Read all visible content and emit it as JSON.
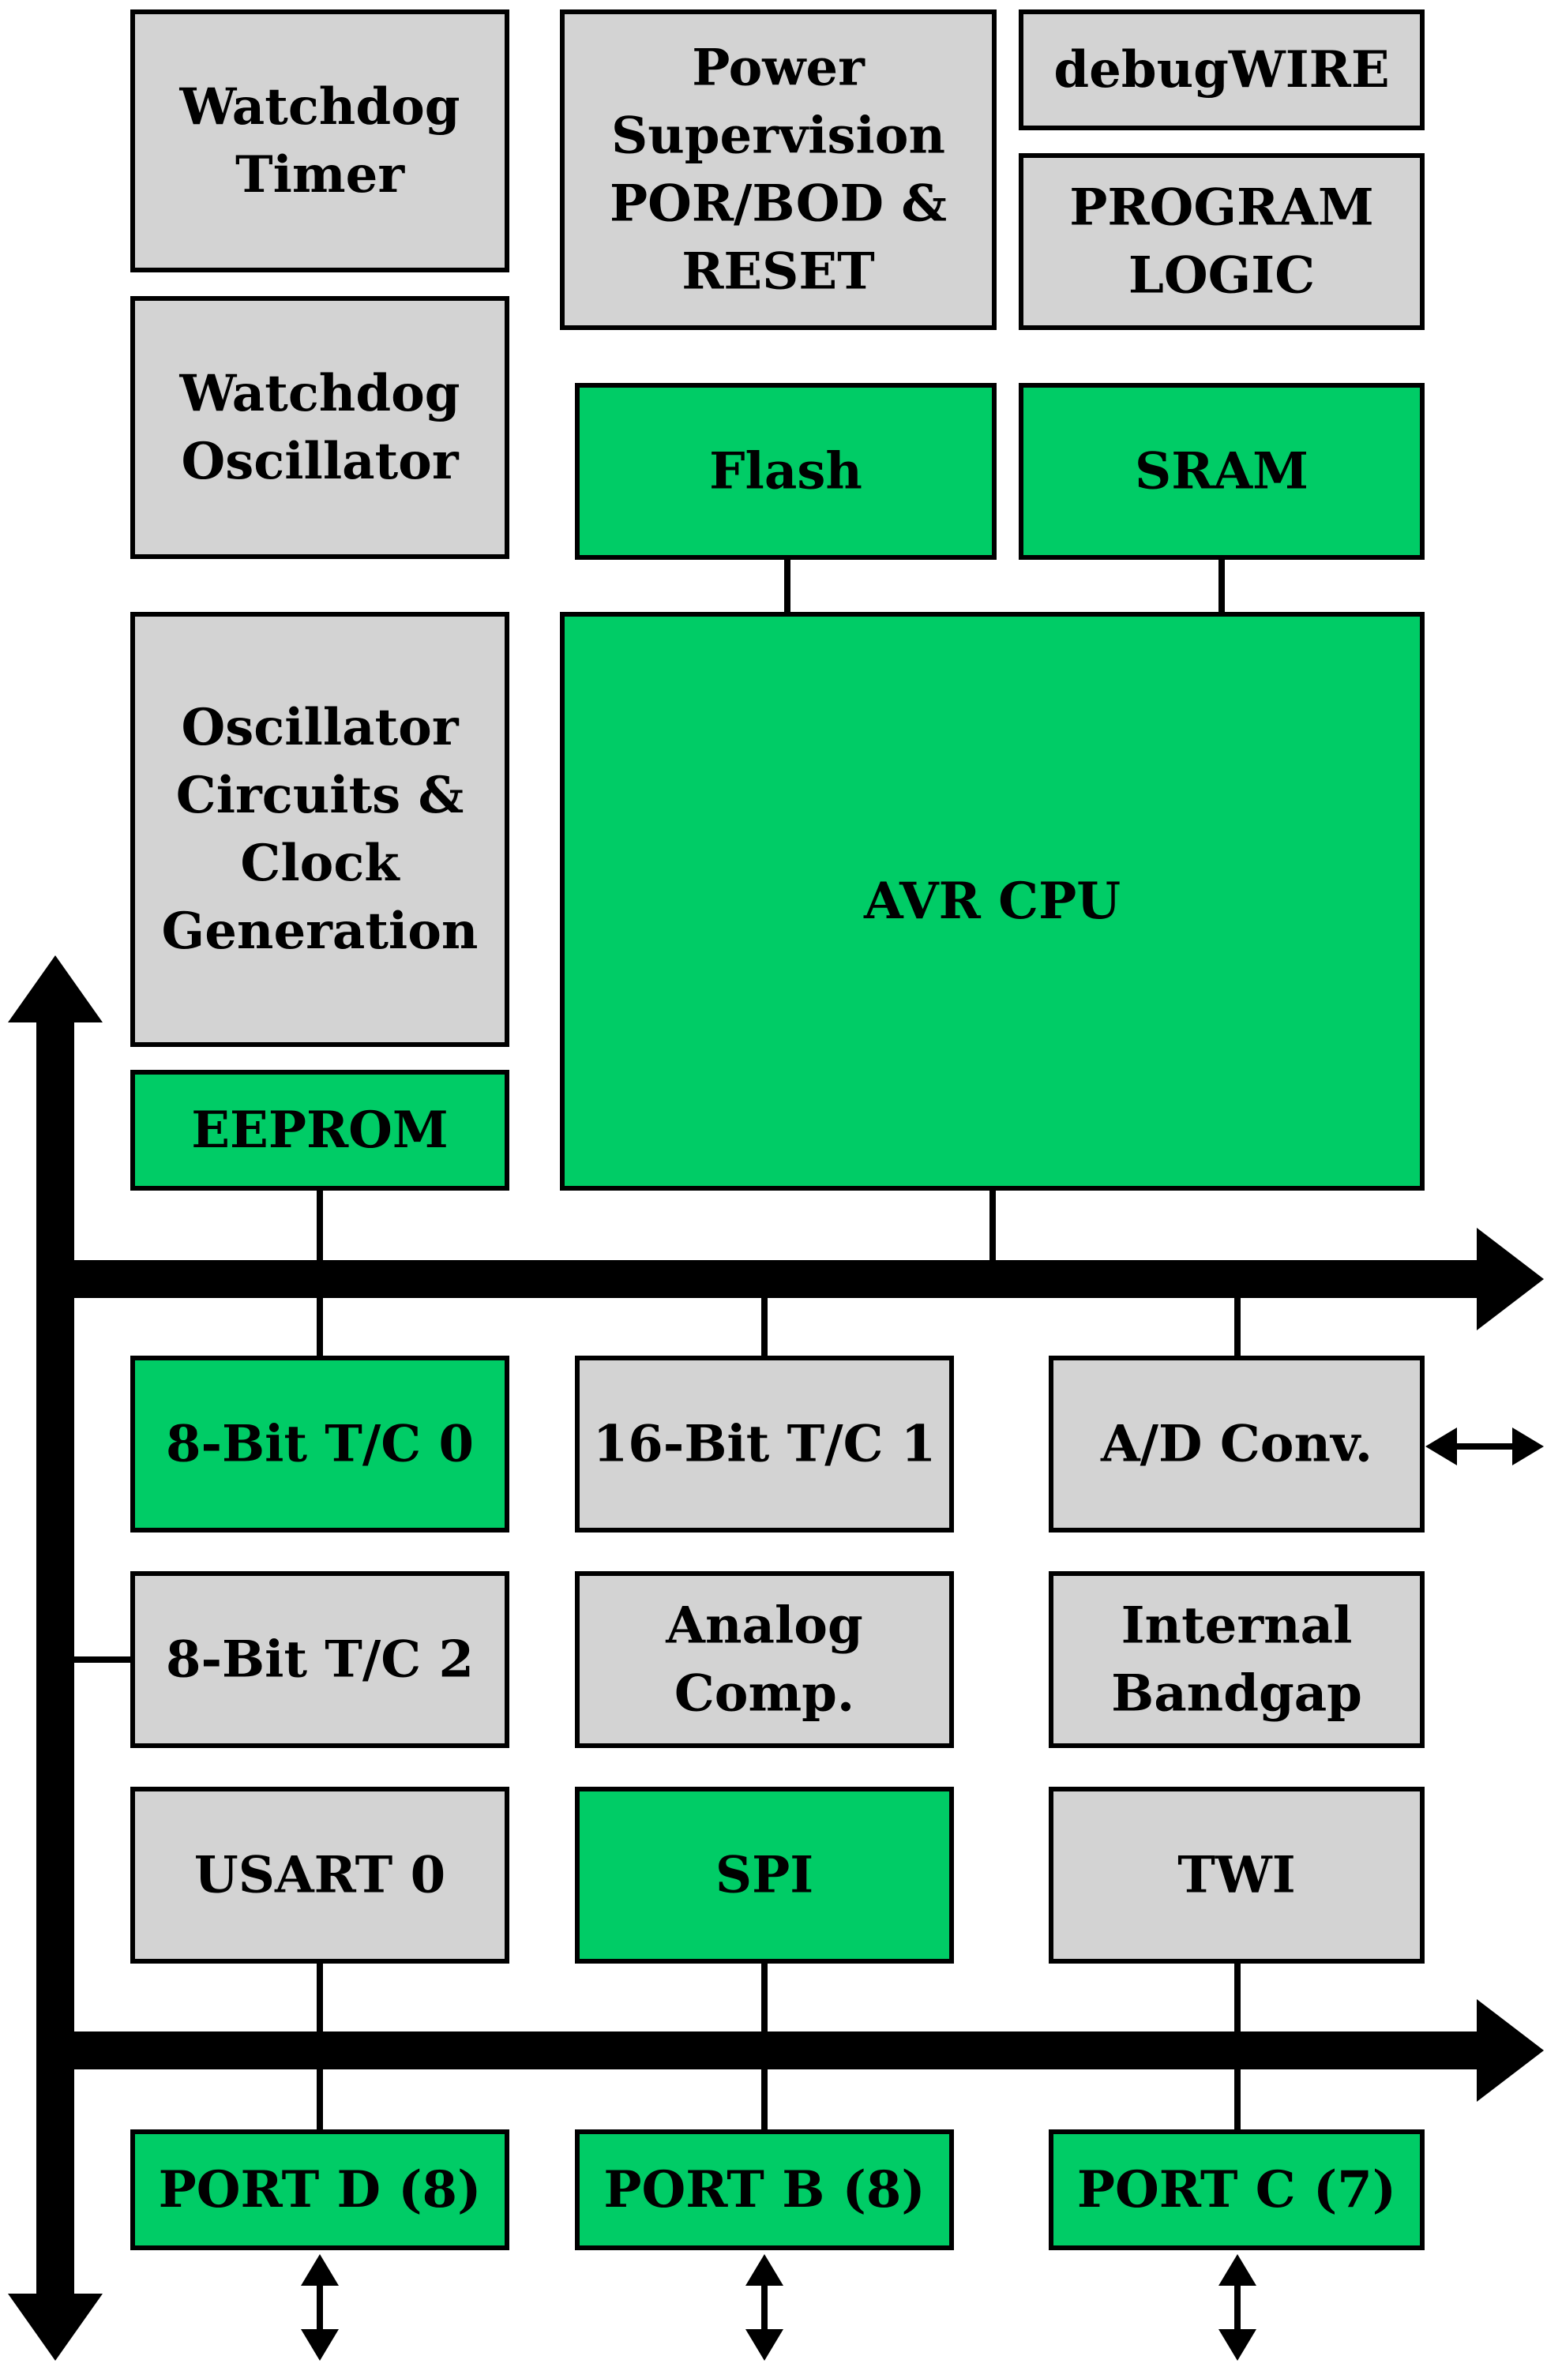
{
  "colors": {
    "gray_fill": "#d3d3d3",
    "green_fill": "#00cc66",
    "line": "#000000"
  },
  "blocks": {
    "watchdog_timer": {
      "lines": [
        "Watchdog",
        "Timer"
      ],
      "fill": "gray"
    },
    "watchdog_oscillator": {
      "lines": [
        "Watchdog",
        "Oscillator"
      ],
      "fill": "gray"
    },
    "oscillator_circuits": {
      "lines": [
        "Oscillator",
        "Circuits &",
        "Clock",
        "Generation"
      ],
      "fill": "gray"
    },
    "eeprom": {
      "lines": [
        "EEPROM"
      ],
      "fill": "green"
    },
    "power_supervision": {
      "lines": [
        "Power",
        "Supervision",
        "POR/BOD &",
        "RESET"
      ],
      "fill": "gray"
    },
    "debugwire": {
      "lines": [
        "debugWIRE"
      ],
      "fill": "gray"
    },
    "program_logic": {
      "lines": [
        "PROGRAM",
        "LOGIC"
      ],
      "fill": "gray"
    },
    "flash": {
      "lines": [
        "Flash"
      ],
      "fill": "green"
    },
    "sram": {
      "lines": [
        "SRAM"
      ],
      "fill": "green"
    },
    "avr_cpu": {
      "lines": [
        "AVR CPU"
      ],
      "fill": "green"
    },
    "tc0": {
      "lines": [
        "8-Bit T/C 0"
      ],
      "fill": "green"
    },
    "tc1": {
      "lines": [
        "16-Bit T/C 1"
      ],
      "fill": "gray"
    },
    "adc": {
      "lines": [
        "A/D Conv."
      ],
      "fill": "gray"
    },
    "tc2": {
      "lines": [
        "8-Bit T/C 2"
      ],
      "fill": "gray"
    },
    "analog_comp": {
      "lines": [
        "Analog",
        "Comp."
      ],
      "fill": "gray"
    },
    "bandgap": {
      "lines": [
        "Internal",
        "Bandgap"
      ],
      "fill": "gray"
    },
    "usart0": {
      "lines": [
        "USART 0"
      ],
      "fill": "gray"
    },
    "spi": {
      "lines": [
        "SPI"
      ],
      "fill": "green"
    },
    "twi": {
      "lines": [
        "TWI"
      ],
      "fill": "gray"
    },
    "port_d": {
      "lines": [
        "PORT D (8)"
      ],
      "fill": "green"
    },
    "port_b": {
      "lines": [
        "PORT B (8)"
      ],
      "fill": "green"
    },
    "port_c": {
      "lines": [
        "PORT C (7)"
      ],
      "fill": "green"
    }
  }
}
